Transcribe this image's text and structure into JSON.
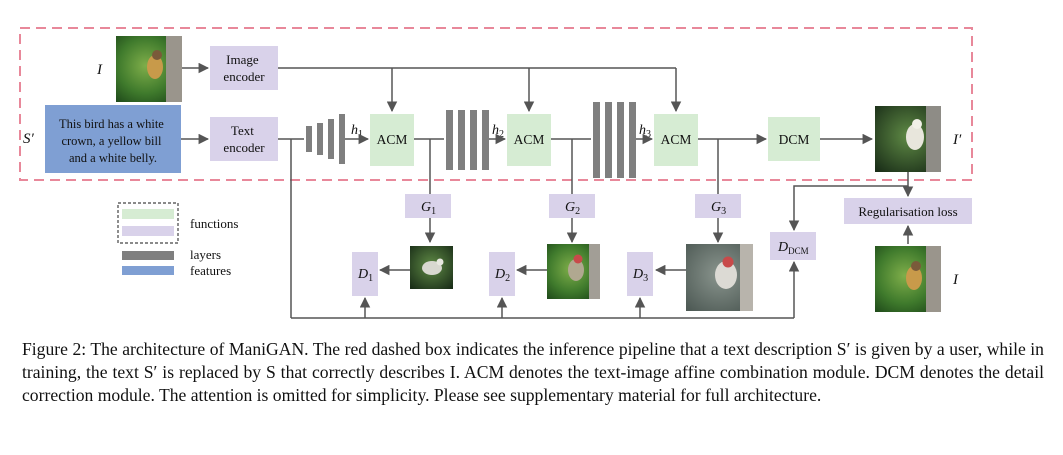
{
  "diagram": {
    "input_label_I": "I",
    "input_label_S_prime": "S′",
    "output_label_I_prime": "I′",
    "text_feature": [
      "This bird has a white",
      "crown, a yellow bill",
      "and a white belly."
    ],
    "image_encoder": [
      "Image",
      "encoder"
    ],
    "text_encoder": [
      "Text",
      "encoder"
    ],
    "acm": "ACM",
    "dcm": "DCM",
    "h_labels": [
      {
        "base": "h",
        "sub": "1"
      },
      {
        "base": "h",
        "sub": "2"
      },
      {
        "base": "h",
        "sub": "3"
      }
    ],
    "g_labels": [
      {
        "base": "G",
        "sub": "1"
      },
      {
        "base": "G",
        "sub": "2"
      },
      {
        "base": "G",
        "sub": "3"
      }
    ],
    "d_labels": [
      {
        "base": "D",
        "sub": "1"
      },
      {
        "base": "D",
        "sub": "2"
      },
      {
        "base": "D",
        "sub": "3"
      }
    ],
    "d_dcm": {
      "base": "D",
      "sub": "DCM"
    },
    "regularisation_loss": "Regularisation loss",
    "ground_truth_label": "I",
    "legend": {
      "functions": "functions",
      "layers": "layers",
      "features": "features"
    },
    "colors": {
      "inference_box": "#e8889a",
      "function_green": "#d6ecd3",
      "function_purple": "#d9d2ea",
      "layer_gray": "#7f7f7f",
      "feature_blue": "#7f9fd3",
      "arrow": "#555555"
    }
  },
  "caption": {
    "label": "Figure 2:",
    "text": "The architecture of ManiGAN. The red dashed box indicates the inference pipeline that a text description S′ is given by a user, while in training, the text S′ is replaced by S that correctly describes I. ACM denotes the text-image affine combination module. DCM denotes the detail correction module. The attention is omitted for simplicity. Please see supplementary material for full architecture."
  }
}
